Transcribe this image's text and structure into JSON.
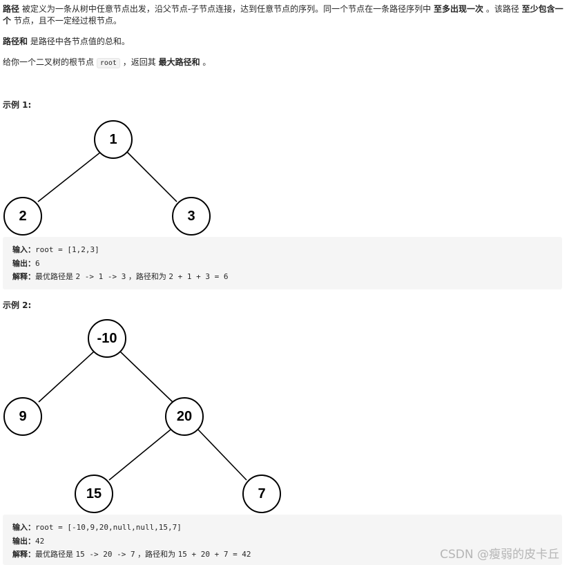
{
  "intro": {
    "p1_term": "路径",
    "p1_text_a": " 被定义为一条从树中任意节点出发，沿父节点-子节点连接，达到任意节点的序列。同一个节点在一条路径序列中 ",
    "p1_bold_a": "至多出现一次",
    "p1_text_b": " 。该路径 ",
    "p1_bold_b": "至少包含一个",
    "p1_text_c": " 节点，且不一定经过根节点。",
    "p2_term": "路径和",
    "p2_text": " 是路径中各节点值的总和。",
    "p3_text_a": "给你一个二叉树的根节点 ",
    "p3_code": "root",
    "p3_text_b": " ，返回其 ",
    "p3_bold": "最大路径和",
    "p3_text_c": " 。"
  },
  "example1": {
    "title": "示例 1:",
    "nodes": [
      "1",
      "2",
      "3"
    ],
    "input_label": "输入：",
    "input_value": "root = [1,2,3]",
    "output_label": "输出：",
    "output_value": "6",
    "explain_label": "解释：",
    "explain_a": "最优路径是 ",
    "explain_path": "2 -> 1 -> 3",
    "explain_b": " ，路径和为 ",
    "explain_sum": "2 + 1 + 3 = 6"
  },
  "example2": {
    "title": "示例 2:",
    "nodes": [
      "-10",
      "9",
      "20",
      "15",
      "7"
    ],
    "input_label": "输入：",
    "input_value": "root = [-10,9,20,null,null,15,7]",
    "output_label": "输出：",
    "output_value": "42",
    "explain_label": "解释：",
    "explain_a": "最优路径是 ",
    "explain_path": "15 -> 20 -> 7",
    "explain_b": " ，路径和为 ",
    "explain_sum": "15 + 20 + 7 = 42"
  },
  "watermark": "CSDN @瘦弱的皮卡丘"
}
